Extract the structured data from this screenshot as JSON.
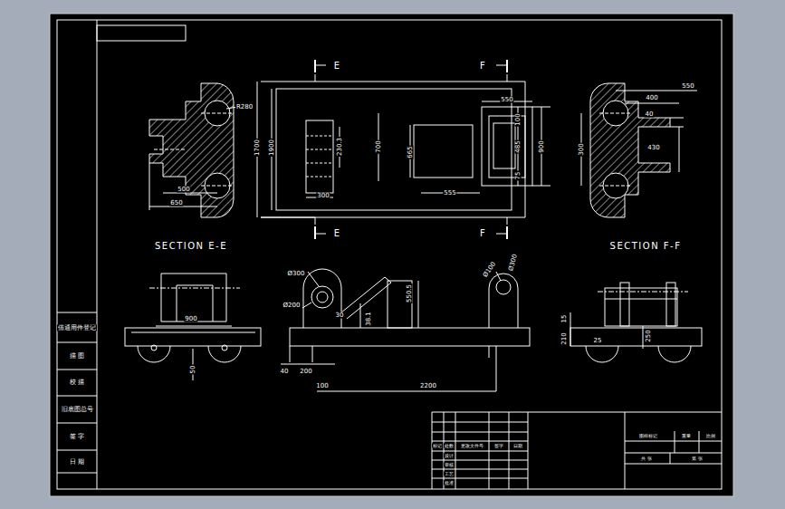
{
  "diagram": {
    "labels": [
      "E",
      "F",
      "E",
      "F",
      "1700",
      "1900",
      "230.3",
      "700",
      "300",
      "665",
      "555",
      "550",
      "100",
      "485",
      "75",
      "900",
      "R280",
      "500",
      "650",
      "SECTION E-E",
      "550",
      "400",
      "40",
      "430",
      "300",
      "SECTION F-F",
      "900",
      "50",
      "Ø300",
      "Ø200",
      "550.5",
      "30",
      "38.1",
      "40",
      "200",
      "100",
      "2200",
      "Ø100",
      "Ø300",
      "15",
      "210",
      "25",
      "250",
      "借通用件登记",
      "描 图",
      "校 描",
      "旧底图总号",
      "签 字",
      "日 期",
      "标记",
      "处数",
      "更改文件号",
      "签字",
      "日期",
      "设计",
      "审核",
      "工艺",
      "批准",
      "图样标记",
      "重量",
      "比例",
      "共 张",
      "第 张"
    ]
  }
}
